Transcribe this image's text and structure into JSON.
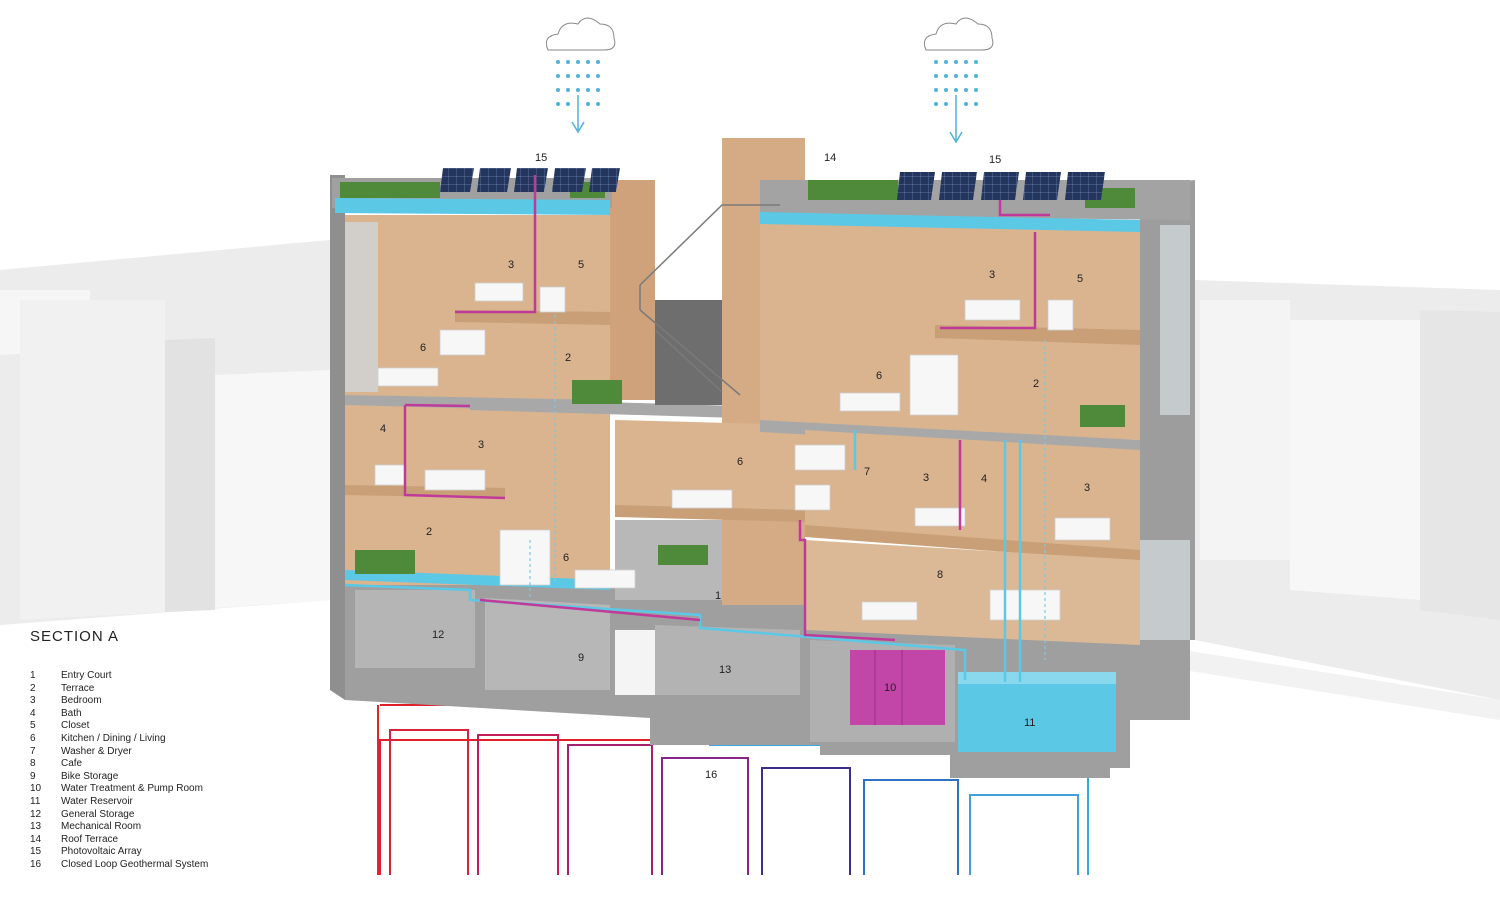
{
  "legend": {
    "title": "SECTION A",
    "items": [
      {
        "num": "1",
        "label": "Entry Court"
      },
      {
        "num": "2",
        "label": "Terrace"
      },
      {
        "num": "3",
        "label": "Bedroom"
      },
      {
        "num": "4",
        "label": "Bath"
      },
      {
        "num": "5",
        "label": "Closet"
      },
      {
        "num": "6",
        "label": "Kitchen / Dining / Living"
      },
      {
        "num": "7",
        "label": "Washer & Dryer"
      },
      {
        "num": "8",
        "label": "Cafe"
      },
      {
        "num": "9",
        "label": "Bike Storage"
      },
      {
        "num": "10",
        "label": "Water Treatment & Pump Room"
      },
      {
        "num": "11",
        "label": "Water Reservoir"
      },
      {
        "num": "12",
        "label": "General Storage"
      },
      {
        "num": "13",
        "label": "Mechanical Room"
      },
      {
        "num": "14",
        "label": "Roof Terrace"
      },
      {
        "num": "15",
        "label": "Photovoltaic Array"
      },
      {
        "num": "16",
        "label": "Closed Loop Geothermal System"
      }
    ]
  },
  "callouts": {
    "entry_court": "1",
    "terrace": "2",
    "bedroom": "3",
    "bath": "4",
    "closet": "5",
    "kitchen": "6",
    "washer": "7",
    "cafe": "8",
    "bike": "9",
    "water_treatment": "10",
    "reservoir": "11",
    "storage": "12",
    "mechanical": "13",
    "roof_terrace": "14",
    "pv": "15",
    "geothermal": "16"
  },
  "colors": {
    "wood": "#d9b48f",
    "wood_dark": "#c99f77",
    "concrete": "#a9a9a9",
    "water": "#5bc8e6",
    "water_treatment": "#c245a8",
    "greywater": "#c03a9a",
    "solar": "#2a3d66",
    "planter": "#4f8a3a"
  }
}
